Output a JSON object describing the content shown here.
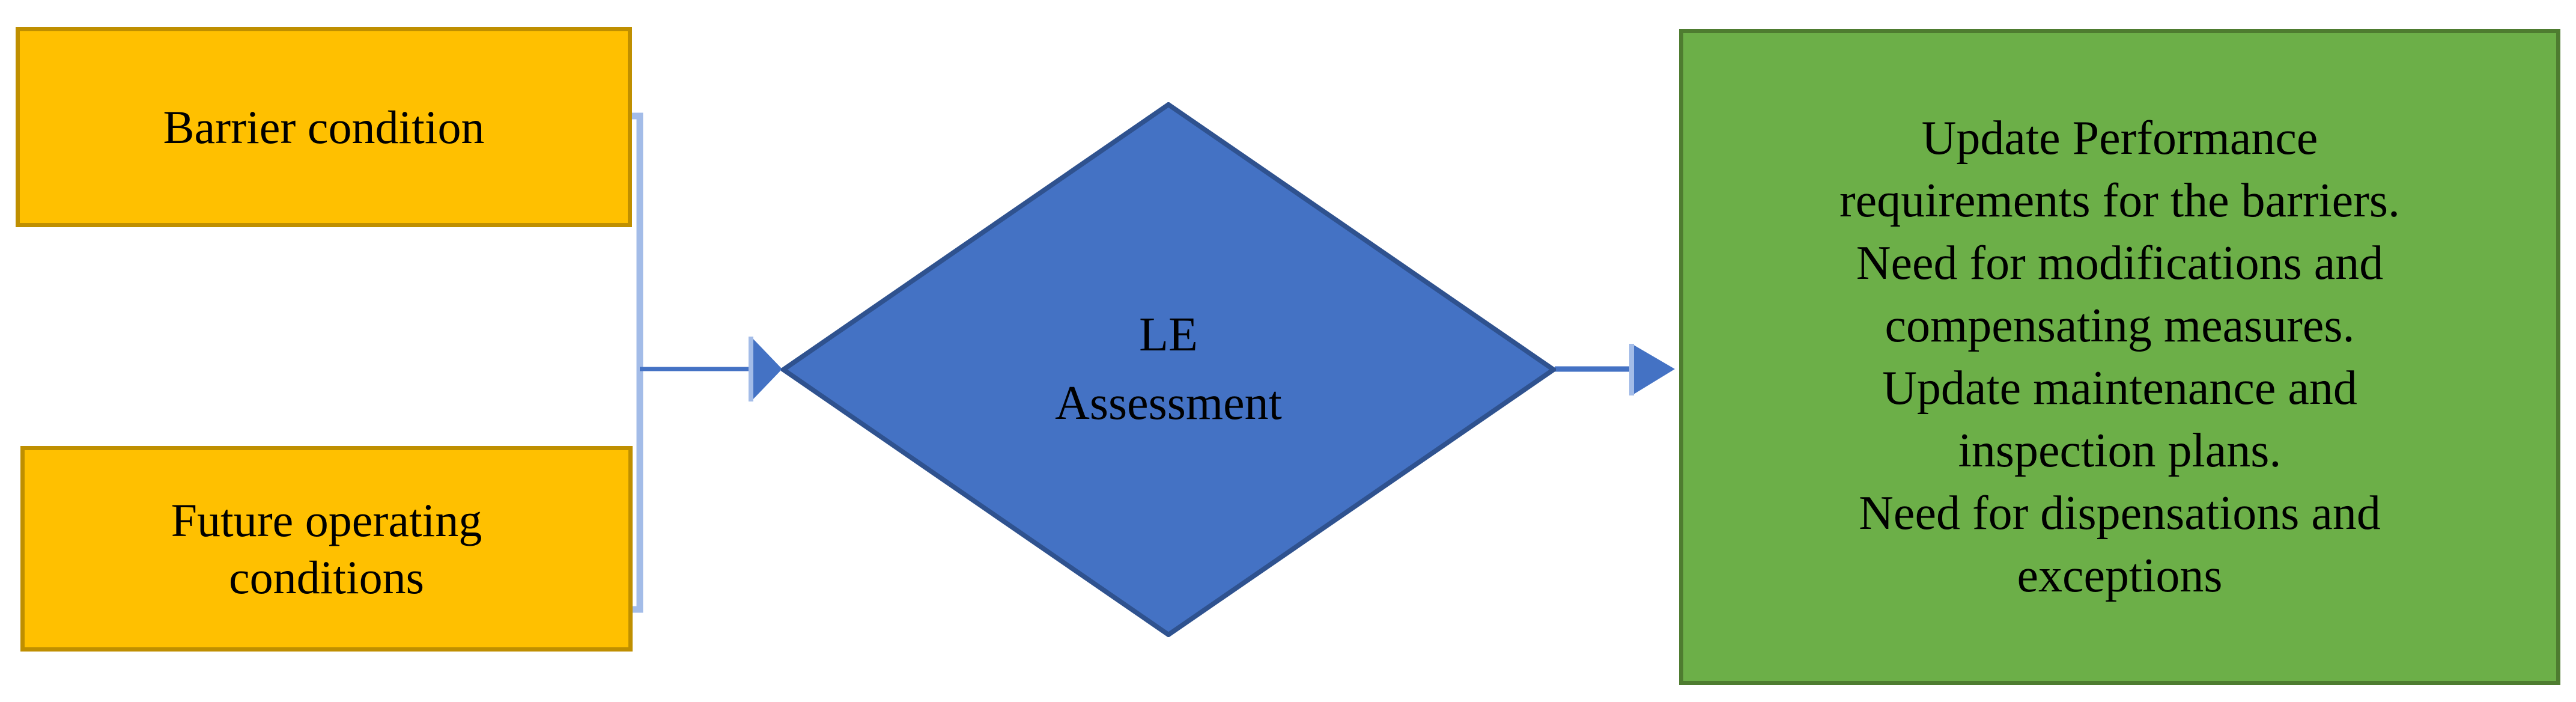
{
  "diagram": {
    "title": "LE Assessment flowchart",
    "background_color": "#FFFFFF",
    "nodes": {
      "barrier_condition": {
        "label": "Barrier condition",
        "shape": "rectangle",
        "fill_color": "#FFC000",
        "border_color": "#BF8F00"
      },
      "future_operating_conditions": {
        "label": "Future operating\nconditions",
        "shape": "rectangle",
        "fill_color": "#FFC000",
        "border_color": "#BF8F00"
      },
      "le_assessment": {
        "label": "LE\nAssessment",
        "shape": "diamond",
        "fill_color": "#4472C4",
        "border_color": "#2F528F"
      },
      "outcome": {
        "label": "Update Performance\nrequirements for the barriers.\nNeed for modifications and\ncompensating measures.\nUpdate maintenance and\ninspection plans.\nNeed for dispensations and\nexceptions",
        "shape": "rectangle",
        "fill_color": "#6CAF48",
        "border_color": "#4E7C30"
      }
    },
    "edges": [
      {
        "name": "barrier-to-assessment",
        "from": "barrier_condition",
        "to": "le_assessment",
        "style": "elbow",
        "arrowhead": "filled-triangle",
        "line_color": "#A3BCE8",
        "arrow_color": "#4472C4"
      },
      {
        "name": "future-to-assessment",
        "from": "future_operating_conditions",
        "to": "le_assessment",
        "style": "elbow",
        "arrowhead": "filled-triangle",
        "line_color": "#A3BCE8",
        "arrow_color": "#4472C4"
      },
      {
        "name": "assessment-to-outcome",
        "from": "le_assessment",
        "to": "outcome",
        "style": "straight",
        "arrowhead": "filled-triangle",
        "line_color": "#4472C4",
        "arrow_color": "#4472C4"
      }
    ]
  }
}
